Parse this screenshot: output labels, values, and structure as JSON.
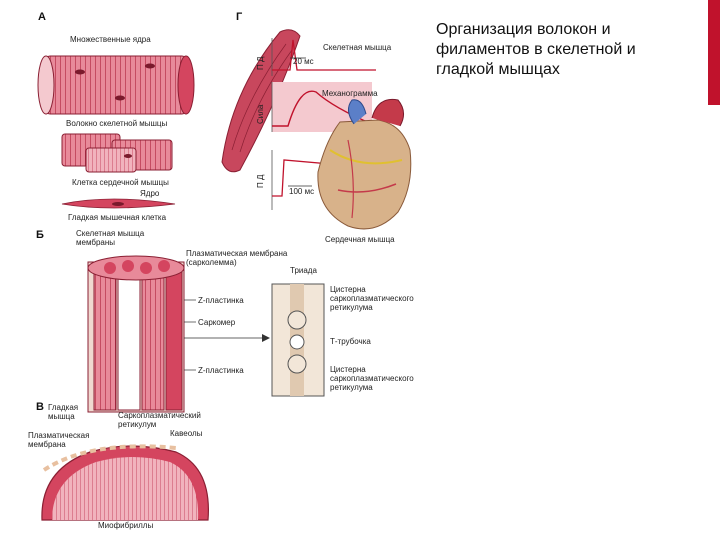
{
  "slide": {
    "title": "Организация волокон и\nфиламентов в скелетной и\nгладкой мышцах",
    "accent_color": "#c0122c"
  },
  "figure": {
    "panel_a": {
      "letter": "А",
      "label_nuclei": "Множественные ядра",
      "label_skeletal_cell": "Волокно скелетной мышцы",
      "label_cardiac_cell": "Клетка сердечной мышцы",
      "label_nucleus": "Ядро",
      "label_smooth_cell": "Гладкая мышечная клетка"
    },
    "panel_g": {
      "letter": "Г",
      "label_skeletal": "Скелетная мышца",
      "label_mechanogram": "Механограмма",
      "label_time_top": "20 мс",
      "label_time_bottom": "100 мс",
      "label_heart": "Сердечная мышца",
      "label_pd": "П Д",
      "label_force": "Сила"
    },
    "panel_b": {
      "letter": "Б",
      "label_membrane_fibers": "Скелетная мышца\nмембраны",
      "label_plasma_membrane": "Плазматическая мембрана\n(сарколемма)",
      "label_triad": "Триада",
      "label_z_disk_top": "Z-пластинка",
      "label_sarcomere": "Саркомер",
      "label_z_disk_bottom": "Z-пластинка",
      "label_cistern_top": "Цистерна\nсаркоплазматического\nретикулума",
      "label_t_tubule": "Т-трубочка",
      "label_cistern_bottom": "Цистерна\nсаркоплазматического\nретикулума"
    },
    "panel_v": {
      "letter": "В",
      "label_smooth": "Гладкая\nмышца",
      "label_sr": "Саркоплазматический\nретикулум",
      "label_caveolae": "Кавеолы",
      "label_plasma": "Плазматическая\nмембрана",
      "label_myofibrils": "Миофибриллы"
    },
    "colors": {
      "muscle_pink": "#e88a9a",
      "muscle_red": "#d4455f",
      "muscle_dark": "#b22a44",
      "trace_red": "#c0122c",
      "curve_bg": "#f4c9cf"
    }
  }
}
